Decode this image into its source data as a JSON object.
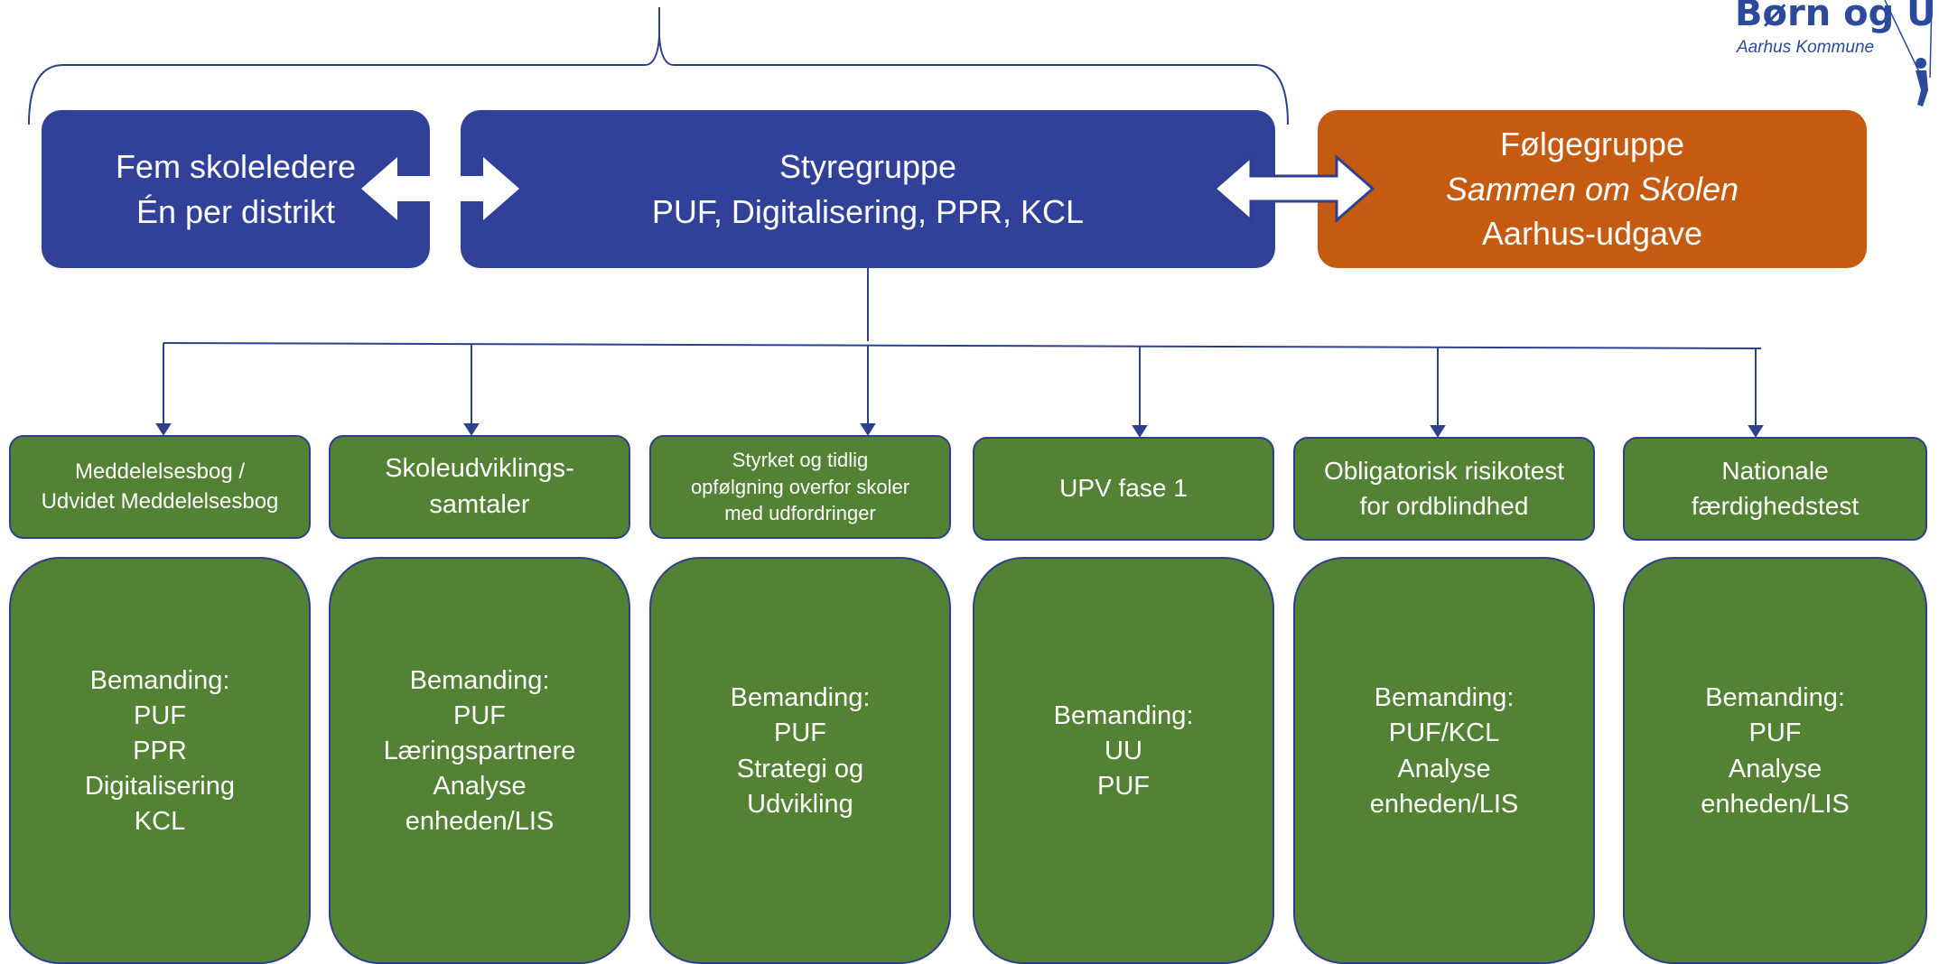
{
  "logo": {
    "title": "Børn og Unge",
    "subtitle": "Aarhus Kommune"
  },
  "top": {
    "left_box": {
      "line1": "Fem skoleledere",
      "line2": "Én per distrikt"
    },
    "center_box": {
      "line1": "Styregruppe",
      "line2": "PUF, Digitalisering, PPR, KCL"
    },
    "right_box": {
      "line1": "Følgegruppe",
      "line2": "Sammen om Skolen",
      "line3": "Aarhus-udgave"
    }
  },
  "columns": [
    {
      "header": [
        "Meddelelsesbog /",
        "Udvidet Meddelelsesbog"
      ],
      "body": [
        "Bemanding:",
        "PUF",
        "PPR",
        "Digitalisering",
        "KCL"
      ]
    },
    {
      "header": [
        "Skoleudviklings-",
        "samtaler"
      ],
      "body": [
        "Bemanding:",
        "PUF",
        "Læringspartnere",
        "Analyse",
        "enheden/LIS"
      ]
    },
    {
      "header": [
        "Styrket og tidlig",
        "opfølgning overfor skoler",
        "med udfordringer"
      ],
      "body": [
        "Bemanding:",
        "PUF",
        "Strategi og",
        "Udvikling"
      ]
    },
    {
      "header": [
        "UPV fase 1"
      ],
      "body": [
        "Bemanding:",
        "UU",
        "PUF"
      ]
    },
    {
      "header": [
        "Obligatorisk risikotest",
        "for ordblindhed"
      ],
      "body": [
        "Bemanding:",
        "PUF/KCL",
        "Analyse",
        "enheden/LIS"
      ]
    },
    {
      "header": [
        "Nationale",
        "færdighedstest"
      ],
      "body": [
        "Bemanding:",
        "PUF",
        "Analyse",
        "enheden/LIS"
      ]
    }
  ],
  "colors": {
    "blue": "#31419a",
    "orange": "#c55a11",
    "green": "#548235",
    "line": "#2f3f8f"
  }
}
